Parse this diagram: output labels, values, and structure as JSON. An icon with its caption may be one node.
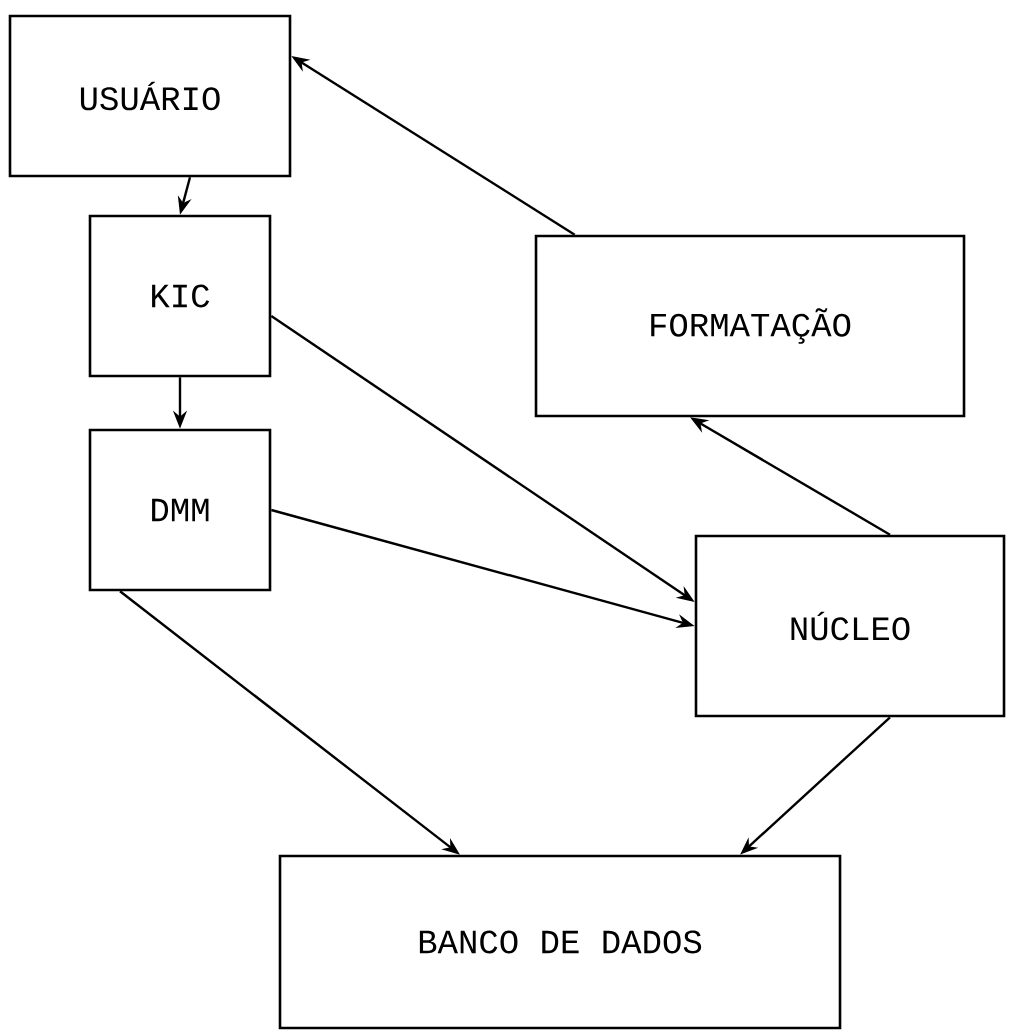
{
  "diagram": {
    "nodes": [
      {
        "text": [
          "USUÁRIO"
        ]
      },
      {
        "text": [
          "KIC"
        ]
      },
      {
        "text": [
          "FORMATAÇÃO"
        ]
      },
      {
        "text": [
          "DMM"
        ]
      },
      {
        "text": [
          "NÚCLEO"
        ]
      },
      {
        "text": [
          "BANCO DE DADOS"
        ]
      }
    ],
    "edges": [
      {
        "from": 0,
        "to": 1,
        "arrow": "to"
      },
      {
        "from": 1,
        "to": 3,
        "arrow": "to"
      },
      {
        "from": 1,
        "to": 4,
        "arrow": "to"
      },
      {
        "from": 3,
        "to": 4,
        "arrow": "to"
      },
      {
        "from": 4,
        "to": 2,
        "arrow": "to"
      },
      {
        "from": 2,
        "to": 0,
        "arrow": "to"
      },
      {
        "from": 3,
        "to": 5,
        "arrow": "to"
      },
      {
        "from": 4,
        "to": 5,
        "arrow": "to"
      }
    ]
  }
}
